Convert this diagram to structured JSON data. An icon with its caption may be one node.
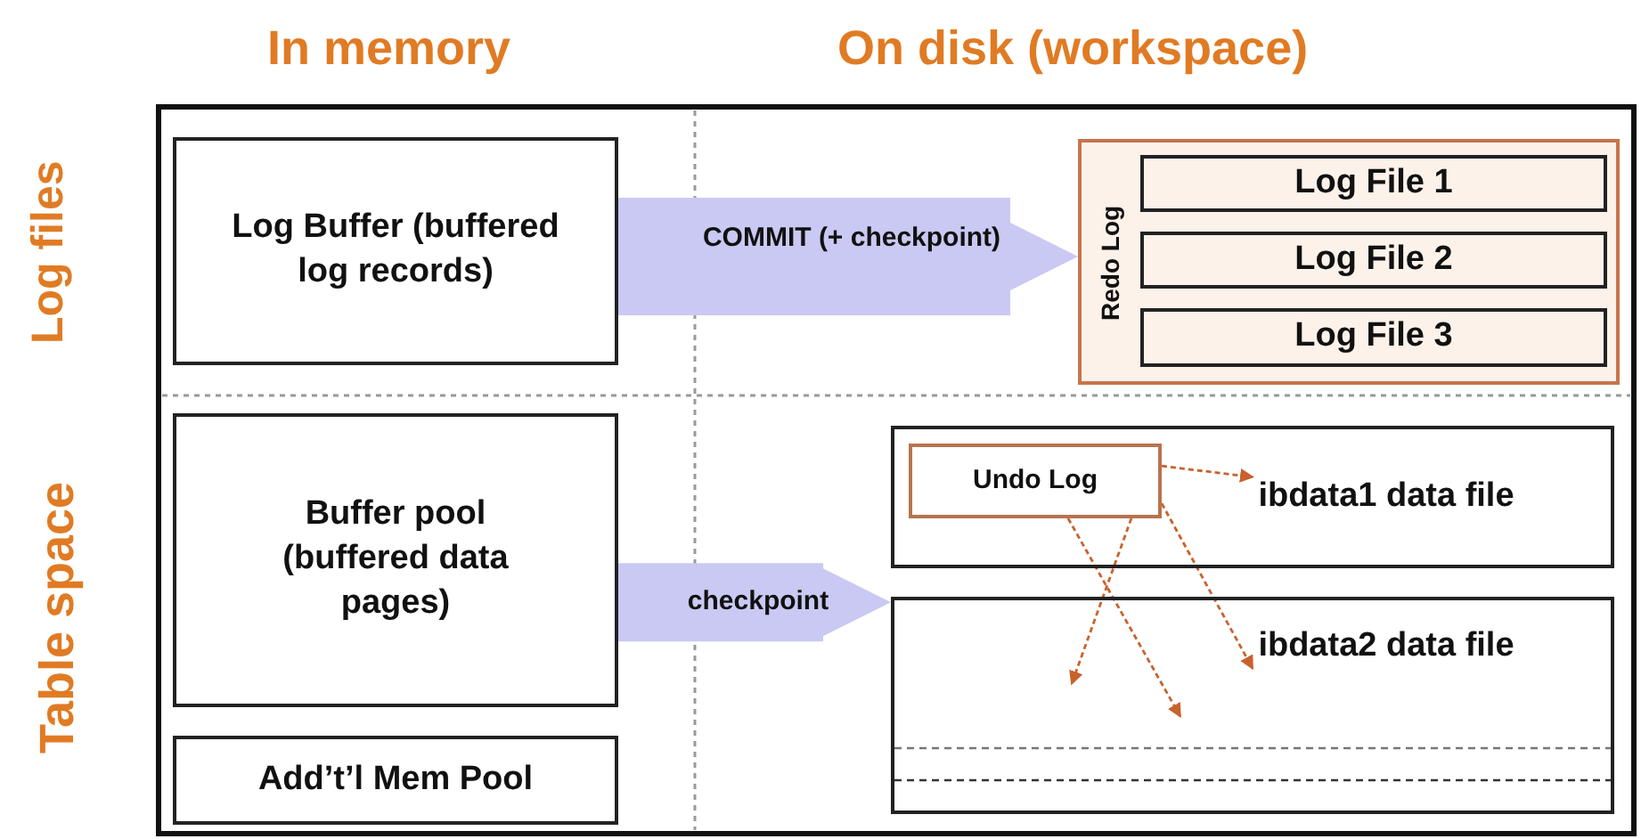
{
  "diagram": {
    "nodes": [
      {
        "text": [
          "Log Buffer (buffered log records)"
        ]
      },
      {
        "text": [
          "Redo Log"
        ]
      },
      {
        "text": [
          "Log File 1"
        ],
        "in": 1
      },
      {
        "text": [
          "Log File 2"
        ],
        "in": 1
      },
      {
        "text": [
          "Log File 3"
        ],
        "in": 1
      },
      {
        "text": [
          "Buffer pool (buffered data pages)"
        ]
      },
      {
        "text": [
          "Add’t’l Mem Pool"
        ]
      },
      {
        "text": [
          "ibdata1 data file"
        ]
      },
      {
        "text": [
          "Undo Log"
        ],
        "in": 7
      },
      {
        "text": [
          "ibdata2 data file"
        ]
      }
    ],
    "edges": [
      {
        "from": 0,
        "to": 1,
        "arrow": "to",
        "label": "COMMIT (+ checkpoint)",
        "style": "thick",
        "color": "#c9c9f3"
      },
      {
        "from": 5,
        "to": 9,
        "arrow": "to",
        "label": "checkpoint",
        "style": "thick",
        "color": "#c9c9f3"
      },
      {
        "from": 8,
        "to": 7,
        "arrow": "to",
        "style": "dashed"
      },
      {
        "from": 8,
        "to": 9,
        "arrow": "to",
        "style": "dashed"
      },
      {
        "from": 8,
        "to": 9,
        "arrow": "to",
        "style": "dashed"
      },
      {
        "from": 8,
        "to": 9,
        "arrow": "to",
        "style": "dashed"
      }
    ],
    "labels": [
      "In memory",
      "On disk (workspace)",
      "Log files",
      "Table space"
    ]
  }
}
